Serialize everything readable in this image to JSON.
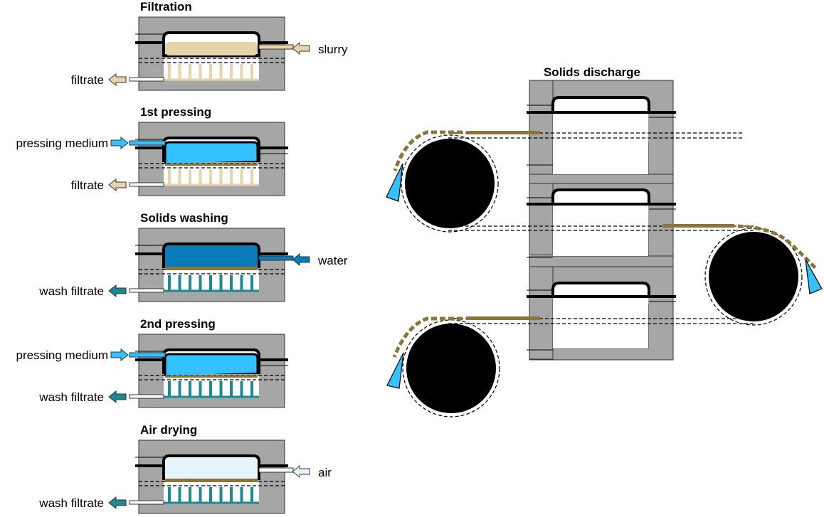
{
  "stages": [
    {
      "title": "Filtration",
      "chamber": "slurry",
      "inlet_label": "slurry",
      "inlet_side": "right",
      "outlet_label": "filtrate",
      "filtrate_color": "tan"
    },
    {
      "title": "1st pressing",
      "chamber": "pressing",
      "inlet_label": "pressing medium",
      "inlet_side": "left",
      "outlet_label": "filtrate",
      "filtrate_color": "tan"
    },
    {
      "title": "Solids washing",
      "chamber": "water",
      "inlet_label": "water",
      "inlet_side": "right",
      "outlet_label": "wash filtrate",
      "filtrate_color": "teal"
    },
    {
      "title": "2nd pressing",
      "chamber": "pressing",
      "inlet_label": "pressing medium",
      "inlet_side": "left",
      "outlet_label": "wash filtrate",
      "filtrate_color": "teal"
    },
    {
      "title": "Air drying",
      "chamber": "air",
      "inlet_label": "air",
      "inlet_side": "right",
      "outlet_label": "wash filtrate",
      "filtrate_color": "teal"
    }
  ],
  "discharge": {
    "title": "Solids discharge"
  },
  "colors": {
    "plate": "#a6a6a6",
    "slurry": "#e8d4aa",
    "tan_arrow": "#e8d4aa",
    "pressing": "#33c2ff",
    "water": "#0b7ab8",
    "air": "#e6f5fc",
    "teal": "#1a8a96",
    "cake": "#8b7639",
    "roller": "#000000"
  }
}
